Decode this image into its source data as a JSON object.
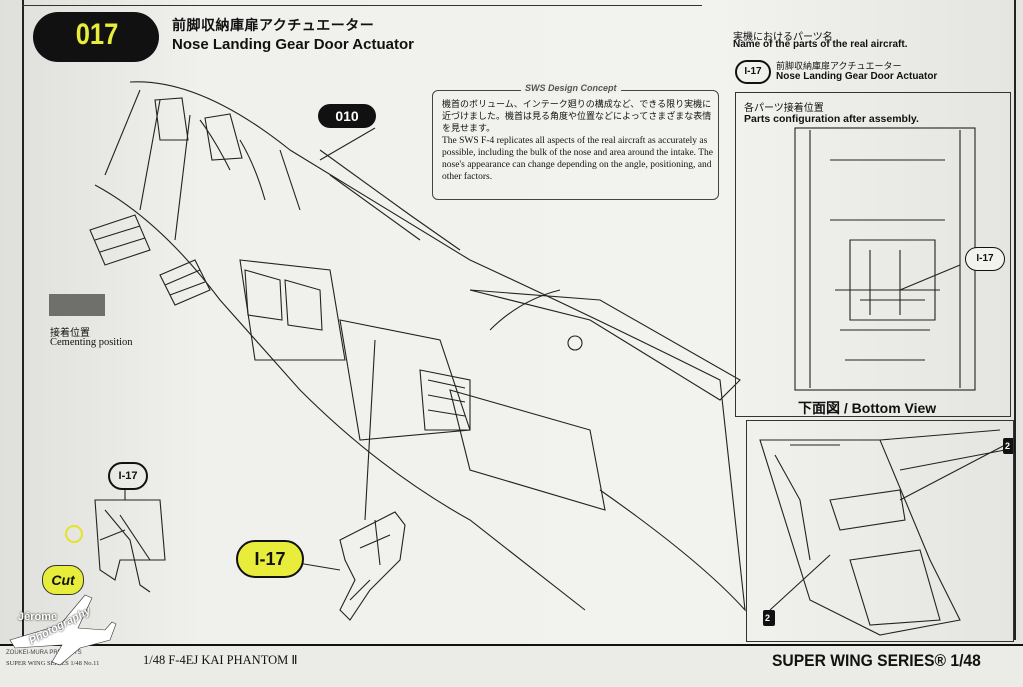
{
  "step": {
    "number": "017",
    "title_jp": "前脚収納庫扉アクチュエーター",
    "title_en": "Nose Landing Gear Door Actuator"
  },
  "real_parts": {
    "heading_jp": "実機におけるパーツ名",
    "heading_en": "Name of the parts of the real aircraft.",
    "ref": "I-17",
    "name_jp": "前脚収納庫扉アクチュエーター",
    "name_en": "Nose Landing Gear Door Actuator"
  },
  "concept": {
    "title": "SWS Design Concept",
    "text_jp": "機首のボリューム、インテーク廻りの構成など、できる限り実機に近づけました。機首は見る角度や位置などによってさまざまな表情を見せます。",
    "text_en": "The SWS F-4 replicates all aspects of the real aircraft as accurately as possible, including the bulk of the nose and area around the intake. The nose's appearance can change depending on the angle, positioning, and other factors."
  },
  "callouts": {
    "ref_010": "010",
    "part_big": "I-17",
    "part_small": "I-17",
    "part_panel": "I-17",
    "cut": "Cut"
  },
  "cementing": {
    "label_jp": "接着位置",
    "label_en": "Cementing position"
  },
  "assembly_panel": {
    "heading_jp": "各パーツ接着位置",
    "heading_en": "Parts configuration after assembly.",
    "view_label": "下面図 / Bottom View"
  },
  "paint_refs": [
    "2",
    "2"
  ],
  "footer": {
    "left_line1": "ZOUKEI-MURA PRESENTS",
    "left_line2": "SUPER WING SERIES 1/48 No.11",
    "model": "1/48  F-4EJ KAI PHANTOM Ⅱ",
    "series": "SUPER WING SERIES® 1/48"
  },
  "watermark": {
    "name": "Jérome",
    "word": "Photography"
  },
  "colors": {
    "accent_yellow": "#e8ec3a",
    "ink": "#111111",
    "cement_gray": "#6f6f6c"
  }
}
